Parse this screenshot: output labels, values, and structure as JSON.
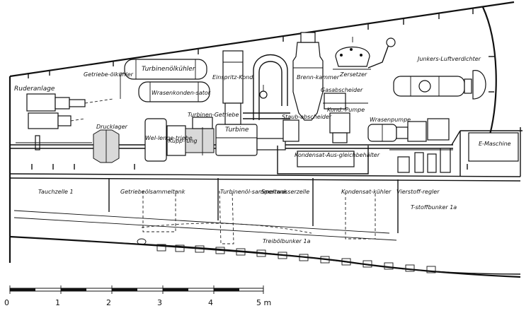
{
  "labels": {
    "ruderanlage": "Ruderanlage",
    "getriebeoelkuehler": "Getriebe-ölkühler",
    "turbinenoelkuehler": "Turbinenölkühler",
    "wrasenkondensator": "Wrasenkonden-sator",
    "einspritz_kond": "Einspritz-Kond.",
    "brennkammer": "Brenn-kammer",
    "zersetzer": "Zersetzer",
    "junkers": "Junkers-Luftverdichter",
    "gasabscheider": "Gasabscheider",
    "turbinengetriebe": "Turbinen-Getriebe",
    "drucklager": "Drucklager",
    "wellengetriebe": "Wel-lenge-triebe",
    "kupplung": "Kupp-lung",
    "turbine": "Turbine",
    "staubabscheider": "Staub-abscheider",
    "kond_pumpe": "Kond.-Pumpe",
    "wrasenpumpe": "Wrasenpumpe",
    "e_maschine": "E-Maschine",
    "kondensat_ausgleich": "Kondensat-Aus-gleichbehälter",
    "tauchzelle": "Tauchzelle 1",
    "getriebeoelsammeltank": "Getriebeölsammeltank",
    "turbinenoelsammeltank": "Turbinenöl-sammeltank",
    "sperrwasserzelle": "Sperrwasserzelle",
    "kondensatkuehler": "Kondensat-kühler",
    "vierstoffregler": "Vierstoff-regler",
    "tstoffbunker": "T-stoffbunker 1a",
    "treiboelbunker": "Treibölbunker 1a"
  },
  "scale": {
    "ticks": [
      "0",
      "1",
      "2",
      "3",
      "4",
      "5 m"
    ]
  }
}
